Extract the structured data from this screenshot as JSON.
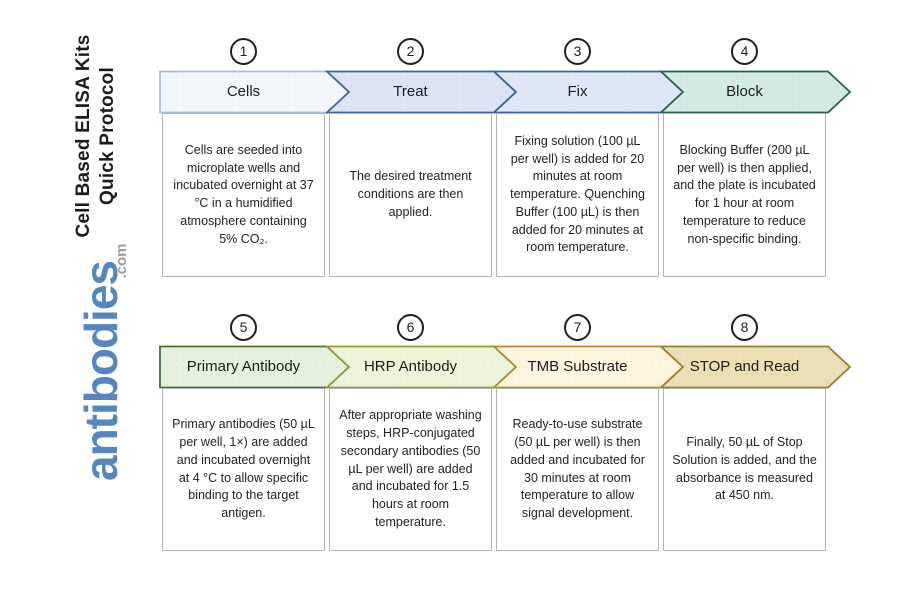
{
  "sidebar": {
    "title_line1": "Cell Based ELISA Kits",
    "title_line2": "Quick Protocol"
  },
  "brand": {
    "name": "antibodies",
    "tld": ".com",
    "name_color": "#5587be",
    "tld_color": "#9b9b9b"
  },
  "steps": [
    {
      "num": "1",
      "row": 0,
      "label": "Cells",
      "fill": "#f3f7fb",
      "border": "#a9c0d6",
      "desc": "Cells are seeded into microplate wells and incubated overnight at 37 °C in a humidified atmosphere containing 5% CO₂."
    },
    {
      "num": "2",
      "row": 0,
      "label": "Treat",
      "fill": "#dce4f6",
      "border": "#3d6593",
      "desc": "The desired treatment conditions are then applied."
    },
    {
      "num": "3",
      "row": 0,
      "label": "Fix",
      "fill": "#dfe8f9",
      "border": "#3d6593",
      "desc": "Fixing solution (100 µL per well) is added for 20 minutes at room temperature. Quenching Buffer (100 µL) is then added for 20 minutes at room temperature."
    },
    {
      "num": "4",
      "row": 0,
      "label": "Block",
      "fill": "#d3ebe4",
      "border": "#2f5d52",
      "desc": "Blocking Buffer (200 µL per well) is then applied, and the plate is incubated for 1 hour at room temperature to reduce non-specific binding."
    },
    {
      "num": "5",
      "row": 1,
      "label": "Primary Antibody",
      "fill": "#e4f1de",
      "border": "#45702e",
      "desc": "Primary antibodies (50 µL per well, 1×) are added and incubated overnight at 4 °C to allow specific binding to the target antigen."
    },
    {
      "num": "6",
      "row": 1,
      "label": "HRP Antibody",
      "fill": "#eef4da",
      "border": "#939a3b",
      "desc": "After appropriate washing steps, HRP-conjugated secondary antibodies (50 µL per well) are added and incubated for 1.5 hours at room temperature."
    },
    {
      "num": "7",
      "row": 1,
      "label": "TMB Substrate",
      "fill": "#fbf6dd",
      "border": "#ac8b2f",
      "desc": "Ready-to-use substrate (50 µL per well) is then added and incubated for 30 minutes at room temperature to allow signal development."
    },
    {
      "num": "8",
      "row": 1,
      "label": "STOP and Read",
      "fill": "#ecdfb6",
      "border": "#9a7c2c",
      "desc": "Finally, 50 µL of Stop Solution is added, and the absorbance is measured at 450 nm."
    }
  ]
}
